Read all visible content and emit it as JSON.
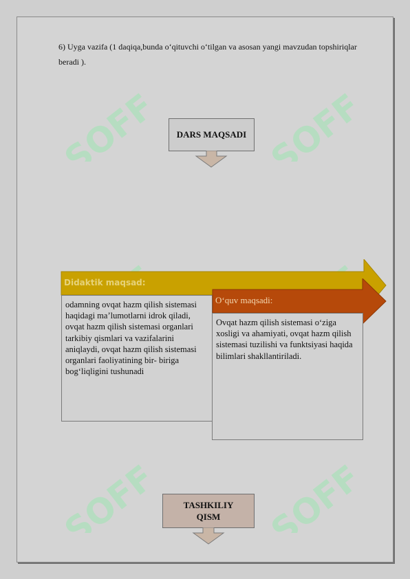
{
  "paragraph": {
    "text": "6) Uyga vazifa (1 daqiqa,bunda o‘qituvchi o‘tilgan va asosan yangi mavzudan topshiriqlar beradi )."
  },
  "callout_top": {
    "label": "DARS MAQSADI"
  },
  "didaktik": {
    "label": "Didaktik maqsad:",
    "text": "odamning ovqat hazm qilish sistemasi haqidagi ma’lumotlarni idrok qiladi, ovqat hazm qilish sistemasi organlari tarkibiy qismlari va vazifalarini aniqlaydi, ovqat hazm qilish sistemasi organlari faoliyatining bir- biriga bog‘liqligini tushunadi"
  },
  "oquv": {
    "label": "O‘quv maqsadi:",
    "text": "Ovqat hazm qilish sistemasi o‘ziga xosligi va ahamiyati, ovqat hazm qilish sistemasi tuzilishi va funktsiyasi haqida bilimlari shakllantiriladi."
  },
  "callout_bottom": {
    "label": "TASHKILIY QISM"
  },
  "watermark": {
    "text": "SOFF"
  },
  "colors": {
    "didaktik_band": "#c9a100",
    "oquv_band": "#b6490a",
    "callout_top_fill": "#cdcdcd",
    "callout_bottom_fill": "#c4b2a8",
    "callout_arrow": "#c9b6a6",
    "watermark": "#9fe6b2"
  }
}
